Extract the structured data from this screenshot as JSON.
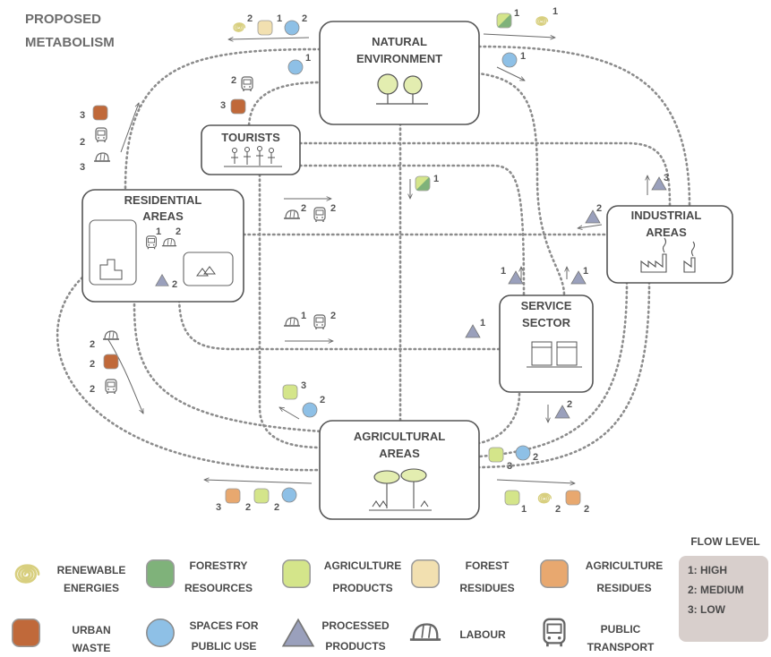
{
  "title_line1": "PROPOSED",
  "title_line2": "METABOLISM",
  "nodes": {
    "natural_environment": [
      "NATURAL",
      "ENVIRONMENT"
    ],
    "tourists": "TOURISTS",
    "residential_areas": [
      "RESIDENTIAL",
      "AREAS"
    ],
    "industrial_areas": [
      "INDUSTRIAL",
      "AREAS"
    ],
    "service_sector": [
      "SERVICE",
      "SECTOR"
    ],
    "agricultural_areas": [
      "AGRICULTURAL",
      "AREAS"
    ]
  },
  "legend": {
    "renewable_energies": [
      "RENEWABLE",
      "ENERGIES"
    ],
    "forestry_resources": [
      "FORESTRY",
      "RESOURCES"
    ],
    "agriculture_products": [
      "AGRICULTURE",
      "PRODUCTS"
    ],
    "forest_residues": [
      "FOREST",
      "RESIDUES"
    ],
    "agriculture_residues": [
      "AGRICULTURE",
      "RESIDUES"
    ],
    "urban_waste": [
      "URBAN",
      "WASTE"
    ],
    "spaces_public_use": [
      "SPACES FOR",
      "PUBLIC USE"
    ],
    "processed_products": [
      "PROCESSED",
      "PRODUCTS"
    ],
    "labour": "LABOUR",
    "public_transport": [
      "PUBLIC",
      "TRANSPORT"
    ]
  },
  "flow_level": {
    "title": "FLOW LEVEL",
    "levels": [
      "1: HIGH",
      "2: MEDIUM",
      "3: LOW"
    ]
  },
  "colors": {
    "renewable": "#e8e0a8",
    "forestry": "#7fb27a",
    "agri_products": "#d4e58a",
    "forest_residues": "#f2e0b0",
    "agri_residues": "#e8a86f",
    "urban_waste": "#c0693a",
    "public_spaces": "#8ec0e6",
    "processed": "#9aa0bc",
    "flow_box": "#d8cfcc"
  },
  "flow_labels": {
    "ne_out_renewable": "2",
    "ne_out_forest_res": "1",
    "ne_out_spaces": "2",
    "ne_in_forestry": "1",
    "ne_in_renewable": "1",
    "ne_spaces_right": "1",
    "ne_spaces_left": "1",
    "tour_transport": "2",
    "tour_waste": "3",
    "res_waste": "3",
    "res_transport": "2",
    "res_labour": "3",
    "center_forestry": "1",
    "ind_processed_up": "3",
    "ind_processed_in": "2",
    "res_ind_labour": "2",
    "res_ind_transport": "2",
    "res_inner_transport": "1",
    "res_inner_labour": "2",
    "res_inner_processed": "2",
    "svc_processed_left": "1",
    "svc_processed_right": "1",
    "res_svc_labour": "1",
    "res_svc_transport": "2",
    "svc_processed_mid": "1",
    "left_labour": "2",
    "left_waste": "2",
    "left_transport": "2",
    "agri_agriprod": "3",
    "agri_spaces": "2",
    "svc_processed_down": "2",
    "agri_right_agriprod": "3",
    "agri_right_spaces": "2",
    "bl_agri_res": "3",
    "bl_forest_res": "2",
    "bl_spaces": "2",
    "br_agriprod": "1",
    "br_renewable": "2",
    "br_agri_res": "2"
  }
}
